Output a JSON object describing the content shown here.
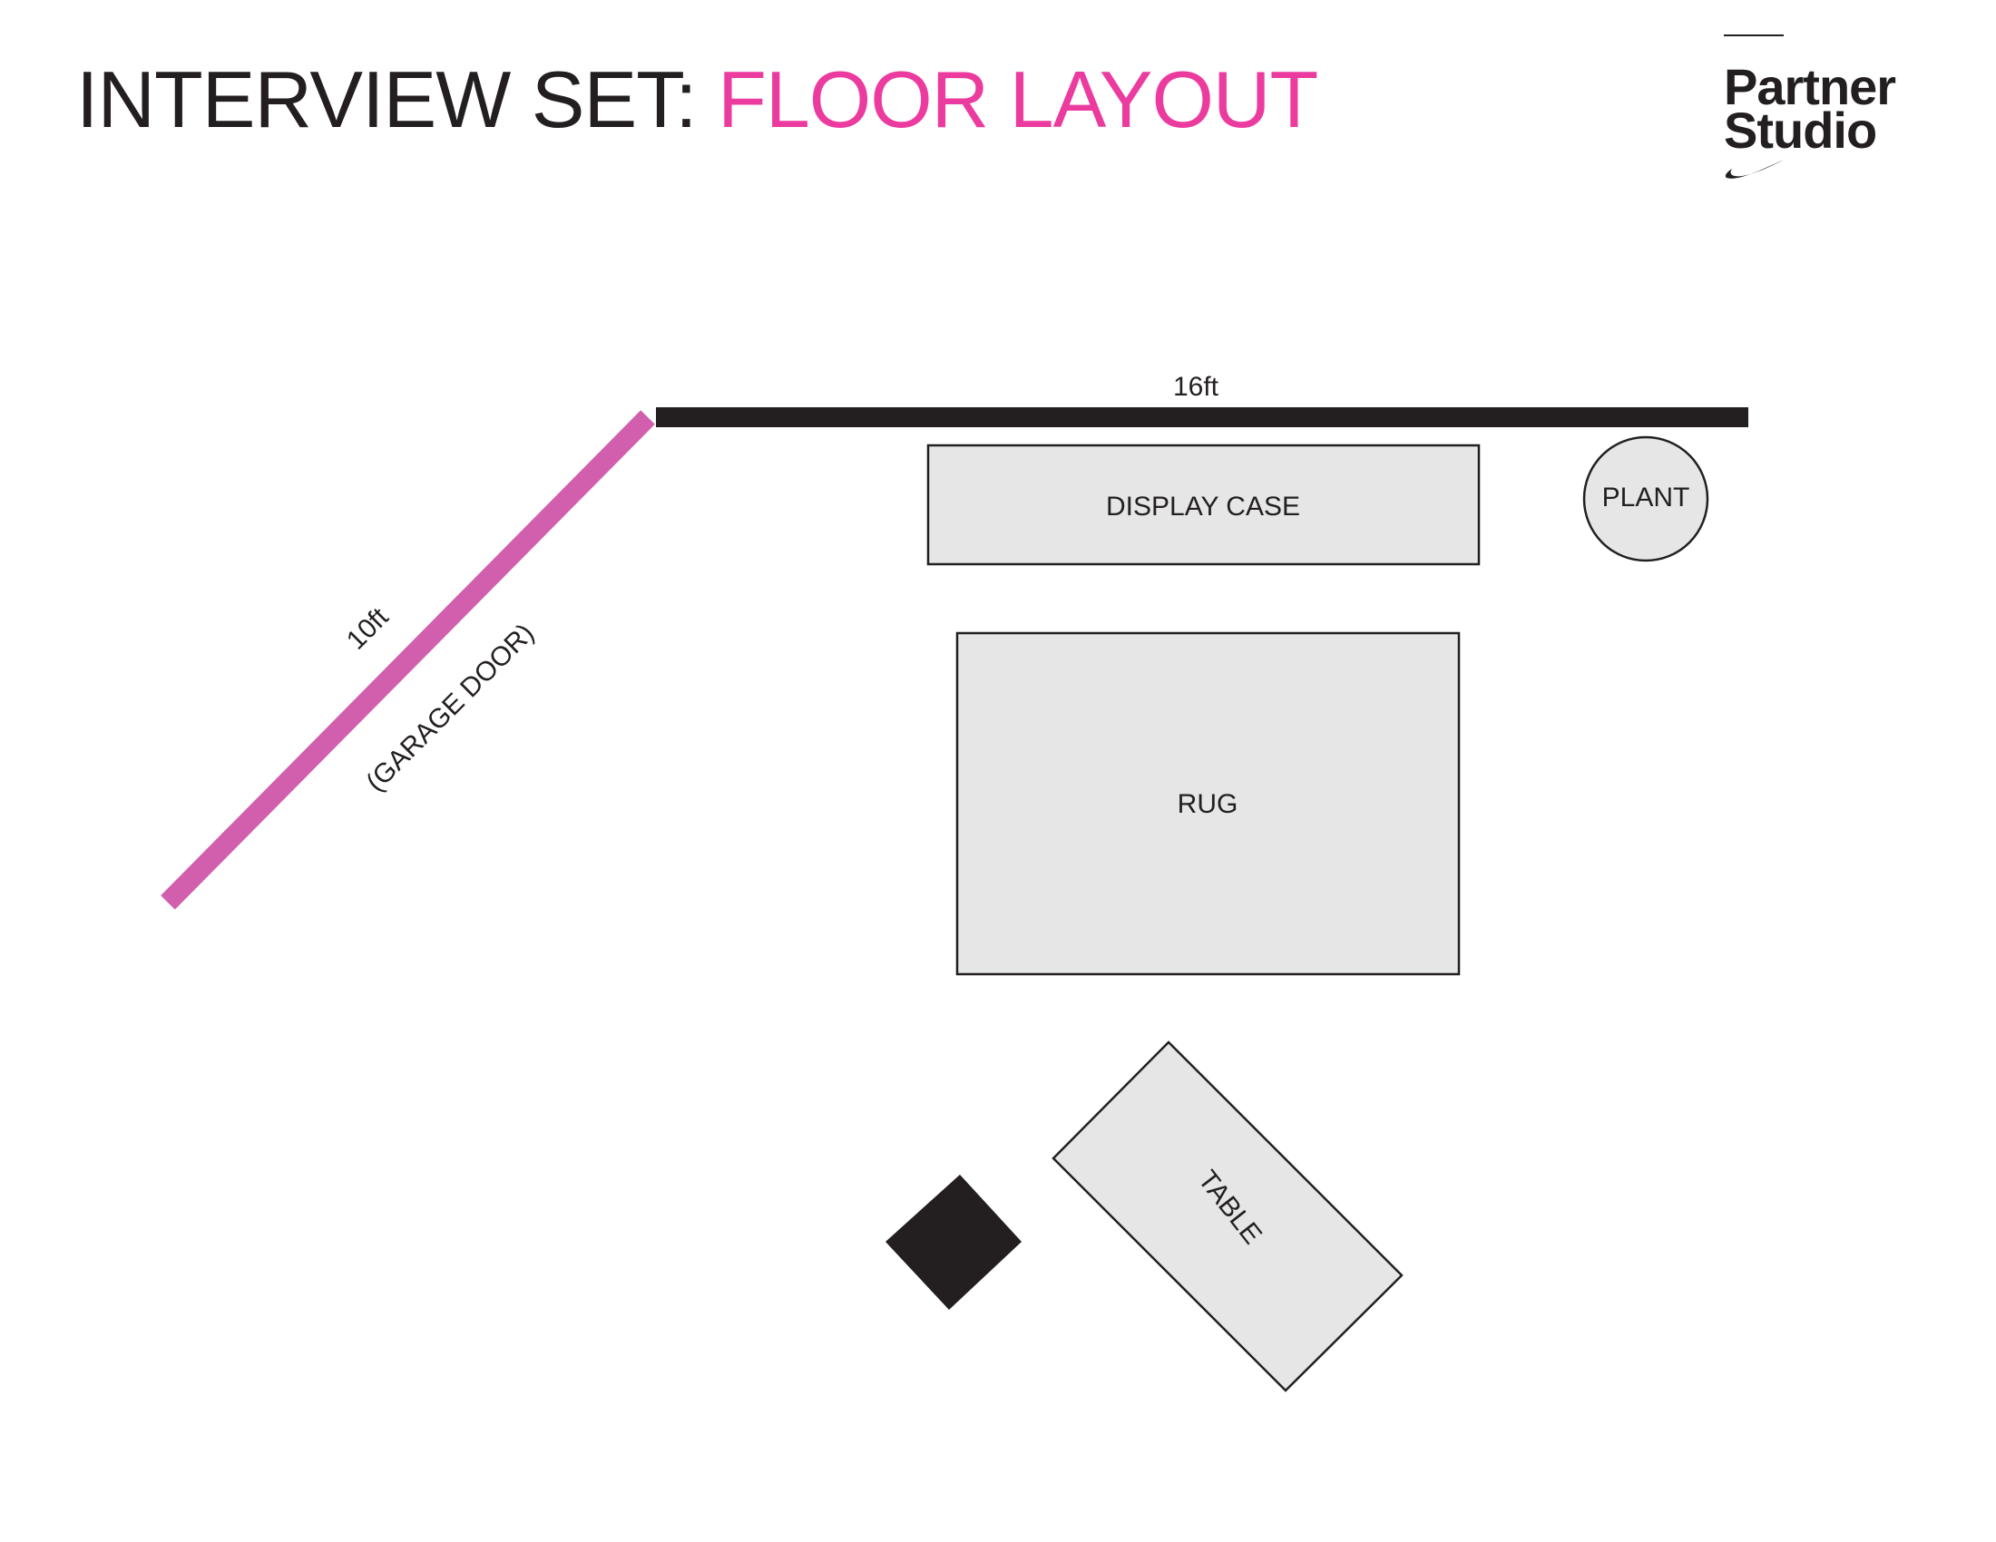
{
  "title": {
    "prefix": "INTERVIEW SET:",
    "highlight": "FLOOR LAYOUT"
  },
  "logo": {
    "line1": "Partner",
    "line2": "Studio",
    "mark": "swoosh-icon"
  },
  "walls": {
    "back_wall_length": "16ft",
    "garage_door_length": "10ft",
    "garage_door_label": "(GARAGE DOOR)"
  },
  "furniture": {
    "display_case": "DISPLAY CASE",
    "plant": "PLANT",
    "rug": "RUG",
    "table": "TABLE"
  },
  "colors": {
    "title_text": "#231f20",
    "title_accent": "#ec3b9e",
    "garage_door": "#d15fad",
    "wall": "#231f20",
    "furniture_fill": "#e6e6e6",
    "outline": "#231f20"
  }
}
